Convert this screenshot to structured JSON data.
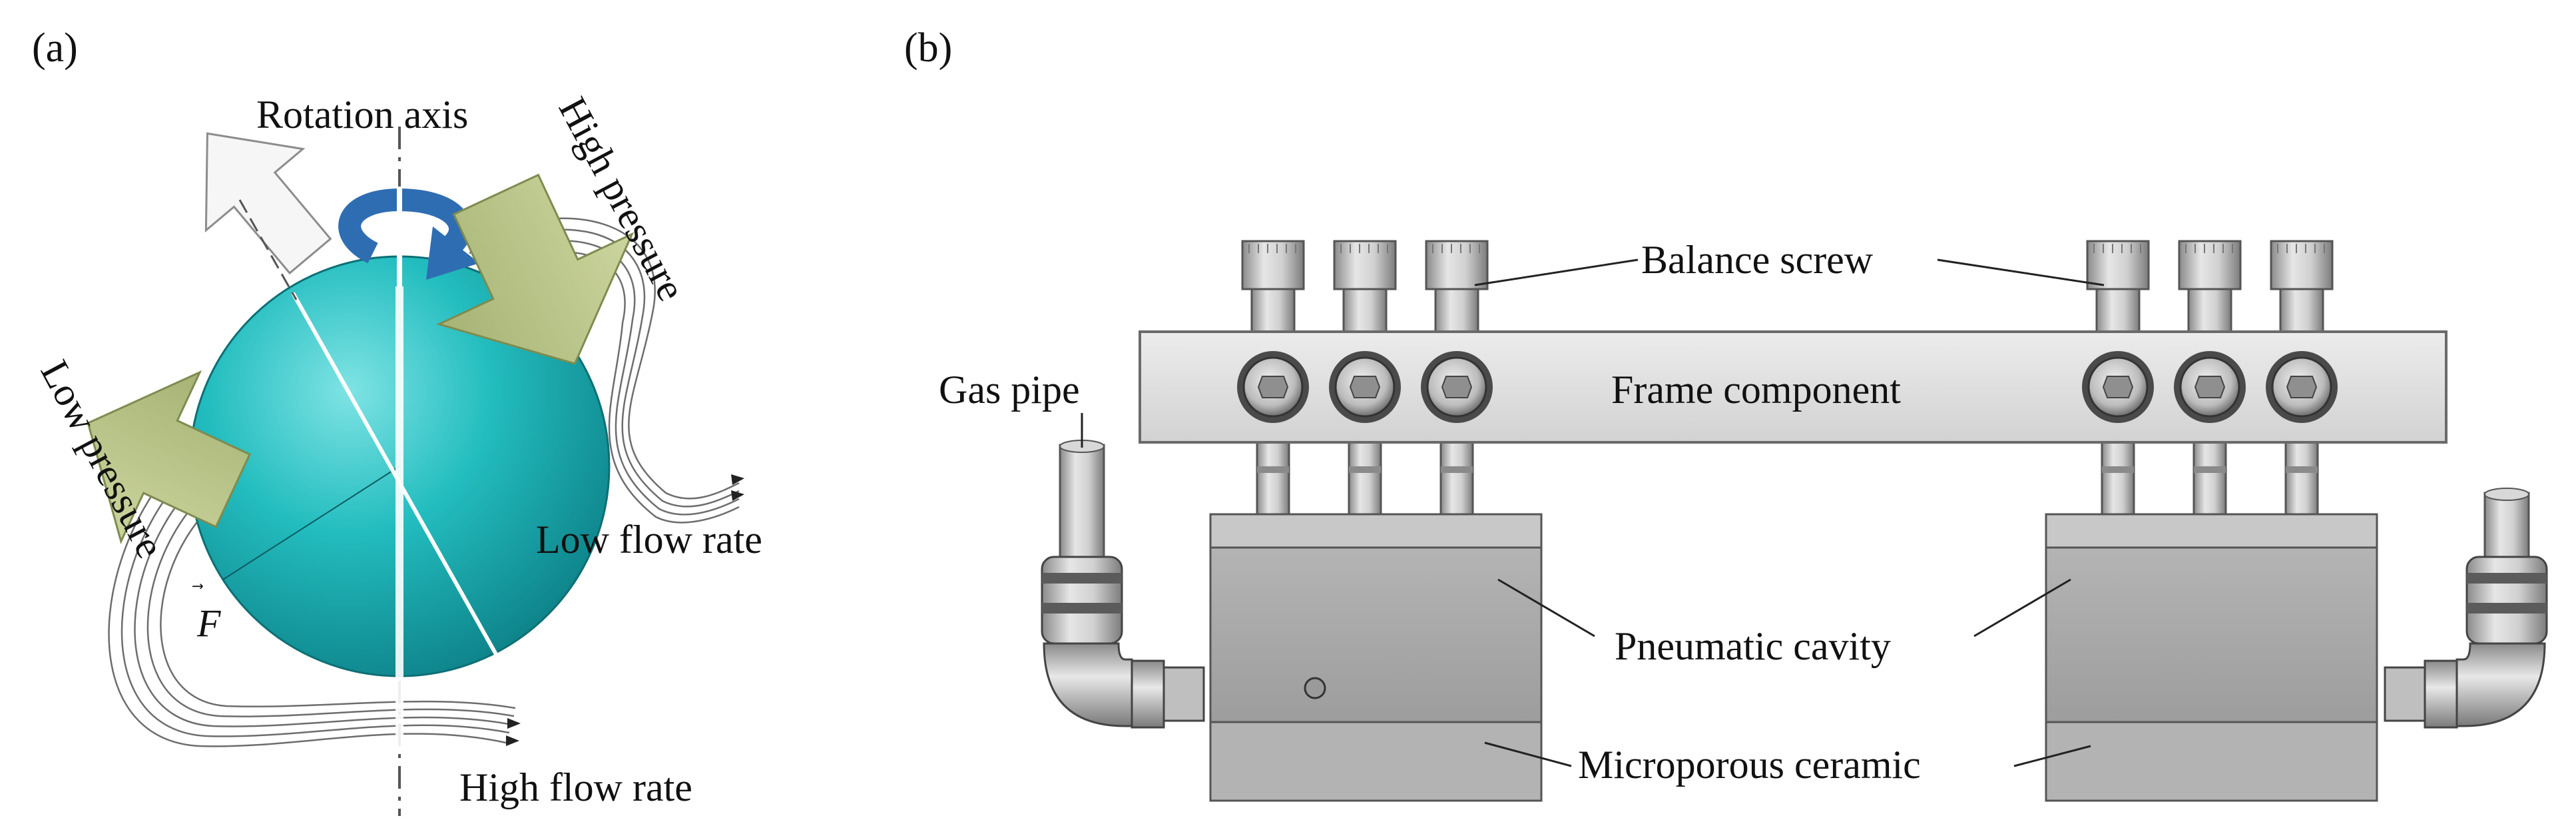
{
  "panel_a": {
    "tag": "(a)",
    "labels": {
      "rotation_axis": "Rotation axis",
      "high_pressure": "High pressure",
      "low_pressure": "Low pressure",
      "low_flow_rate": "Low flow rate",
      "high_flow_rate": "High flow rate",
      "force": "F"
    }
  },
  "panel_b": {
    "tag": "(b)",
    "labels": {
      "balance_screw": "Balance screw",
      "frame_component": "Frame component",
      "gas_pipe": "Gas pipe",
      "pneumatic_cavity": "Pneumatic cavity",
      "microporous_ceramic": "Microporous ceramic"
    }
  },
  "colors": {
    "sphere": "#1fb5b8",
    "rotation_arrow": "#2f6db3",
    "pressure_arrow": "#b9c48a",
    "outline_arrow": "#f4f4f4",
    "metal": "#c9c9c9",
    "frame": "#e3e3e3",
    "body": "#a9a9a9"
  }
}
